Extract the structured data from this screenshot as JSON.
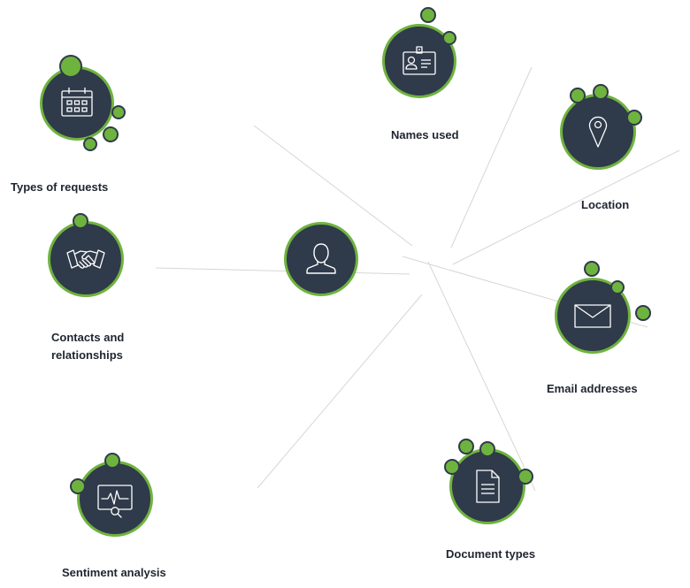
{
  "colors": {
    "node_fill": "#2f3a4a",
    "accent_green": "#6fb33f",
    "connector": "#d6d6d6",
    "label_text": "#1f2530",
    "icon_stroke": "#ffffff"
  },
  "center": {
    "icon": "person-icon"
  },
  "nodes": [
    {
      "id": "types-of-requests",
      "label": "Types of requests",
      "icon": "calendar-icon"
    },
    {
      "id": "names-used",
      "label": "Names used",
      "icon": "id-badge-icon"
    },
    {
      "id": "location",
      "label": "Location",
      "icon": "map-pin-icon"
    },
    {
      "id": "contacts",
      "label_line1": "Contacts and",
      "label_line2": "relationships",
      "icon": "handshake-icon"
    },
    {
      "id": "email-addresses",
      "label": "Email addresses",
      "icon": "envelope-icon"
    },
    {
      "id": "sentiment-analysis",
      "label": "Sentiment analysis",
      "icon": "monitor-search-icon"
    },
    {
      "id": "document-types",
      "label": "Document types",
      "icon": "document-icon"
    }
  ]
}
